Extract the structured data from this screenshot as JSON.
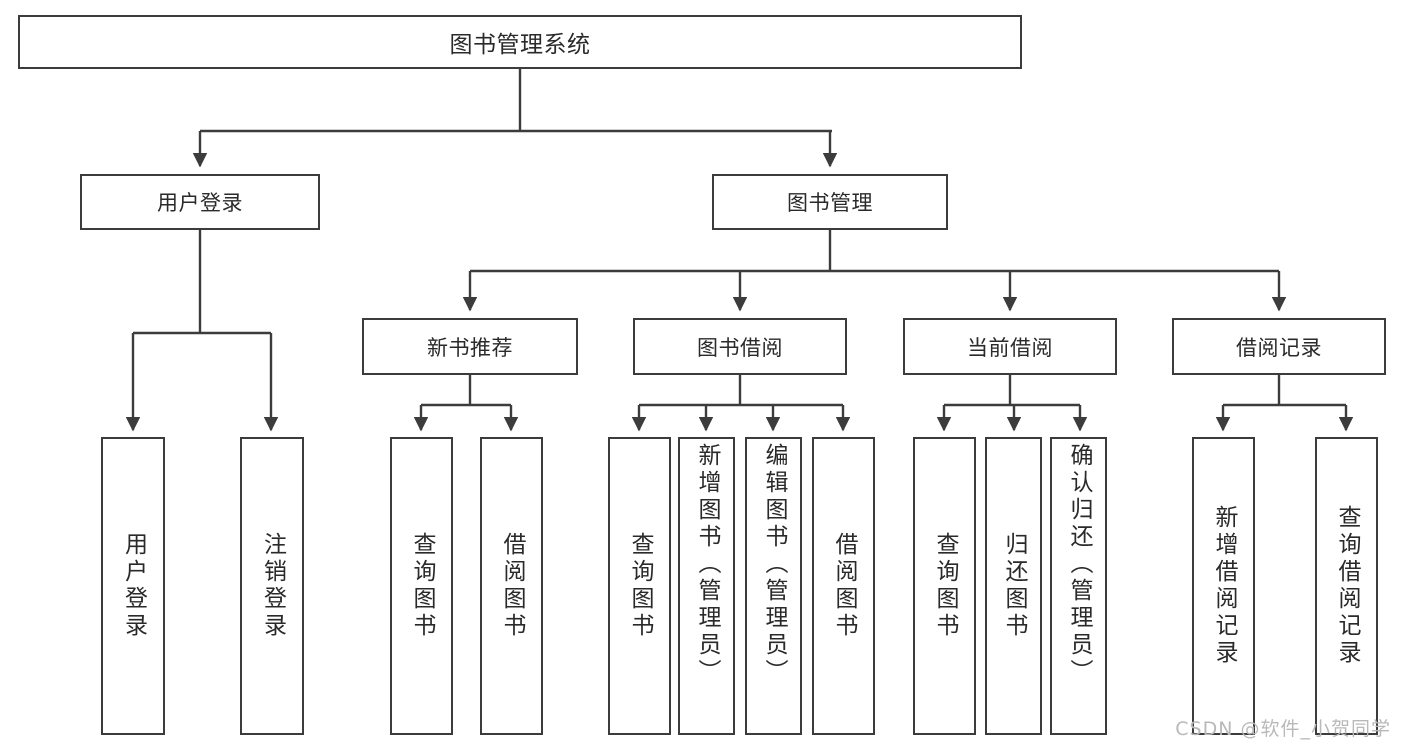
{
  "diagram": {
    "title": "图书管理系统",
    "type": "hierarchy-tree",
    "root": {
      "label": "图书管理系统"
    },
    "level2": [
      {
        "label": "用户登录"
      },
      {
        "label": "图书管理"
      }
    ],
    "level3": [
      {
        "label": "新书推荐"
      },
      {
        "label": "图书借阅"
      },
      {
        "label": "当前借阅"
      },
      {
        "label": "借阅记录"
      }
    ],
    "leaves": {
      "user_login": [
        {
          "label": "用户登录"
        },
        {
          "label": "注销登录"
        }
      ],
      "new_book": [
        {
          "label": "查询图书"
        },
        {
          "label": "借阅图书"
        }
      ],
      "book_borrow": [
        {
          "label": "查询图书"
        },
        {
          "label": "新增图书（管理员）"
        },
        {
          "label": "编辑图书（管理员）"
        },
        {
          "label": "借阅图书"
        }
      ],
      "current_borrow": [
        {
          "label": "查询图书"
        },
        {
          "label": "归还图书"
        },
        {
          "label": "确认归还（管理员）"
        }
      ],
      "borrow_record": [
        {
          "label": "新增借阅记录"
        },
        {
          "label": "查询借阅记录"
        }
      ]
    }
  },
  "watermark": {
    "text": "CSDN @软件_小贺同学"
  },
  "colors": {
    "border": "#3c3c3c",
    "text": "#2a2a2a",
    "background": "#ffffff",
    "watermark": "#b9b9b9"
  }
}
